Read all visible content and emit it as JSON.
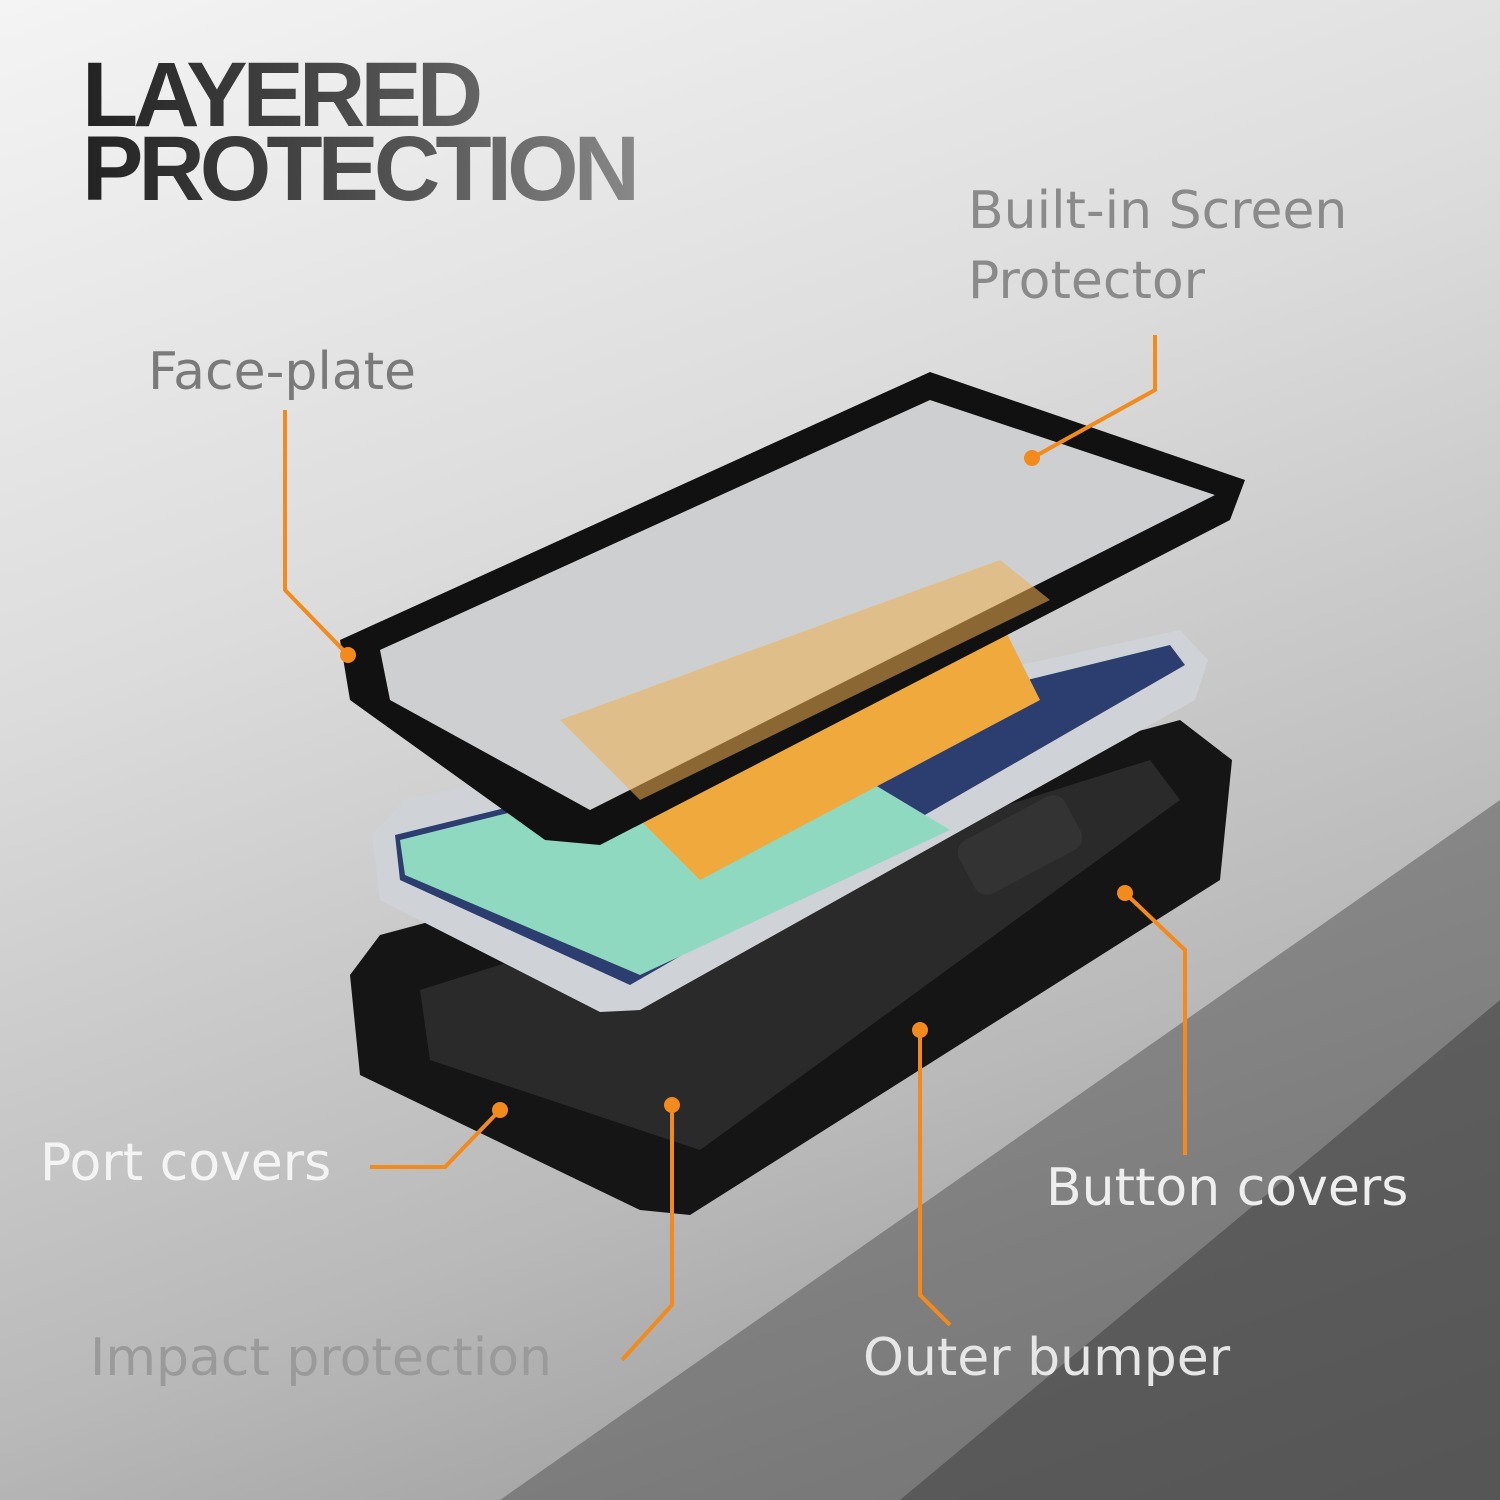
{
  "title": {
    "line1": "LAYERED",
    "line2": "PROTECTION"
  },
  "callouts": {
    "screen_protector": {
      "line1": "Built-in Screen",
      "line2": "Protector"
    },
    "face_plate": "Face-plate",
    "port_covers": "Port covers",
    "button_covers": "Button covers",
    "impact_protection": "Impact protection",
    "outer_bumper": "Outer bumper"
  },
  "colors": {
    "accent": "#f28a1c",
    "label_gray": "#8a8a8a",
    "label_light": "#f2f2f2"
  }
}
